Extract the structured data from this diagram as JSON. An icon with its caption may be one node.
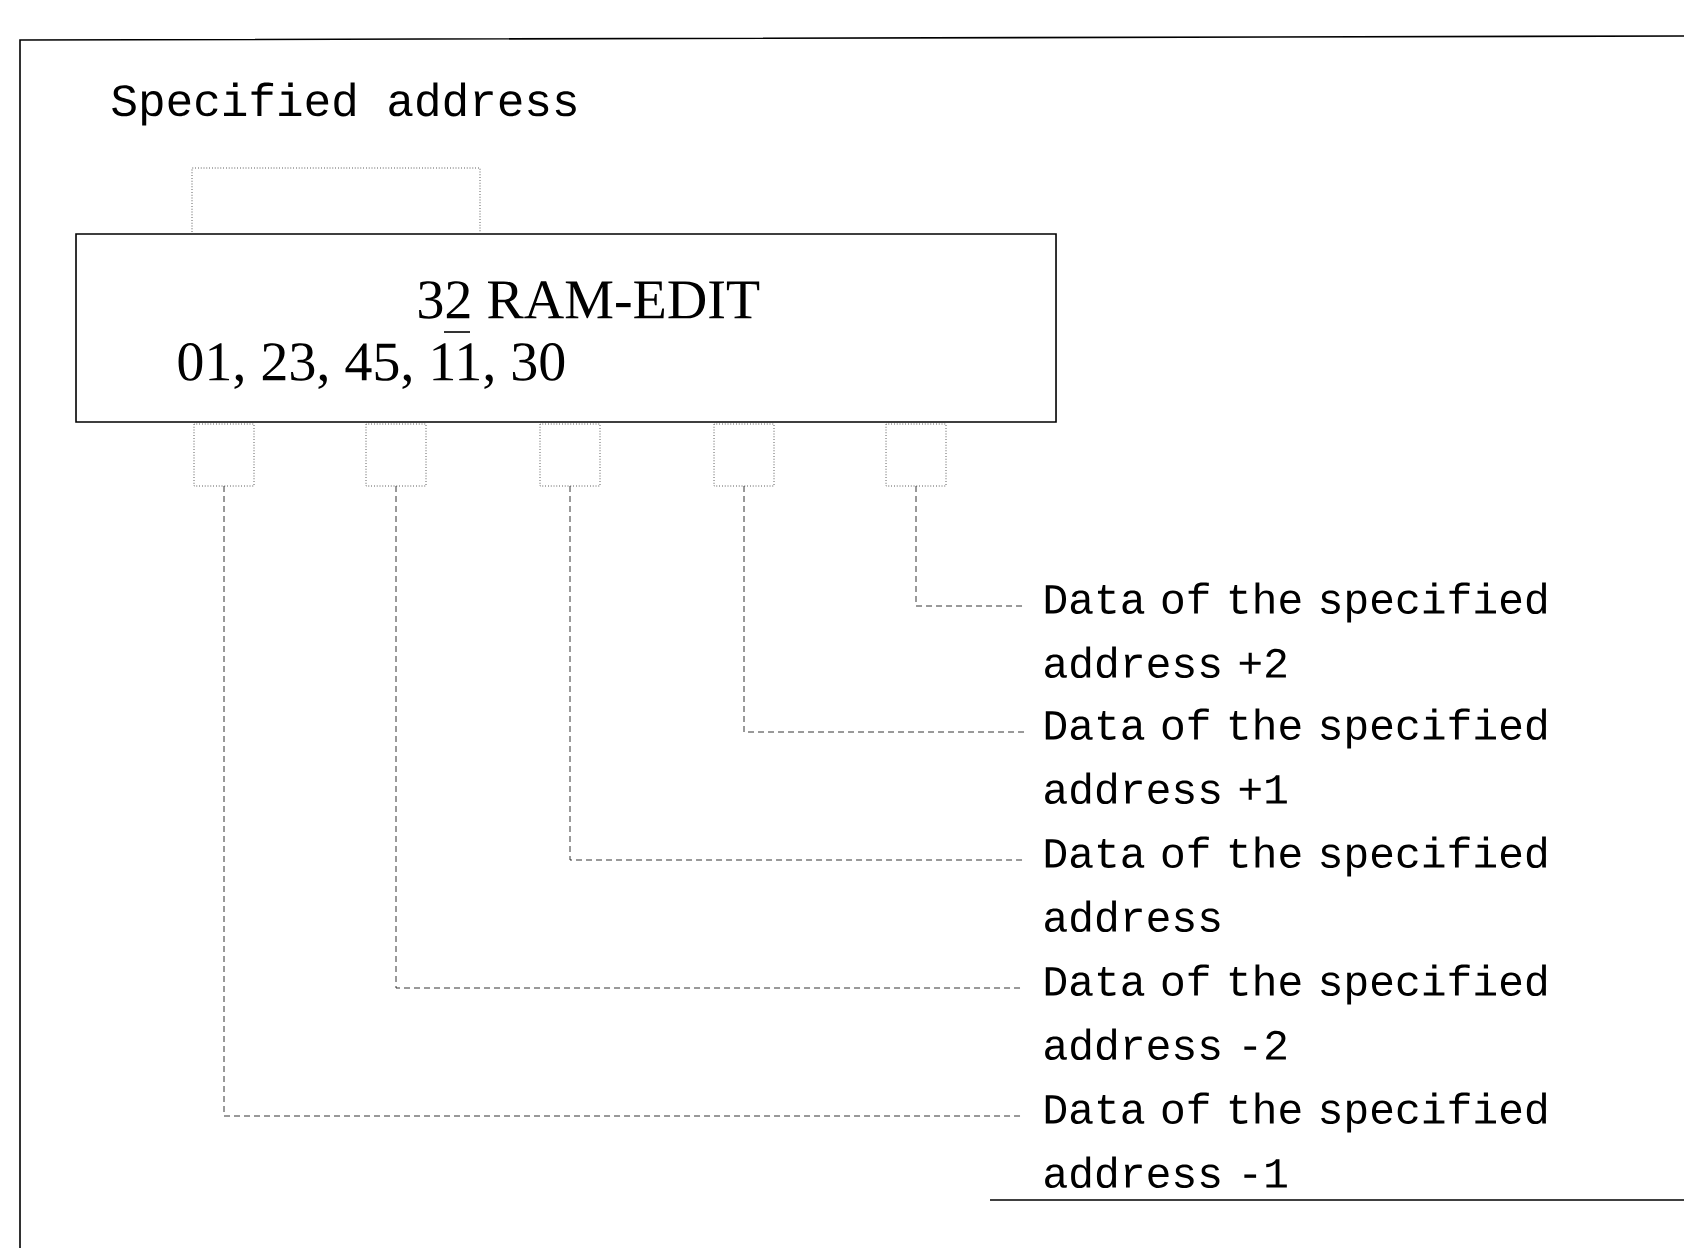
{
  "diagram": {
    "nodes": [
      {
        "text": [
          "32 RAM-EDIT",
          "01, 23, 45, 11, 30"
        ]
      },
      {
        "text": [],
        "shape": "box"
      },
      {
        "text": [],
        "shape": "box"
      },
      {
        "text": [],
        "shape": "box"
      },
      {
        "text": [],
        "shape": "box"
      },
      {
        "text": [],
        "shape": "box"
      },
      {
        "text": [
          "Data of the specified address +2"
        ]
      },
      {
        "text": [
          "Data of the specified address +1"
        ]
      },
      {
        "text": [
          "Data of the specified address"
        ]
      },
      {
        "text": [
          "Data of the specified address -2"
        ]
      },
      {
        "text": [
          "Data of the specified address -1"
        ]
      }
    ],
    "edges": [
      {
        "from": 5,
        "to": 6,
        "arrow": "none"
      },
      {
        "from": 4,
        "to": 7,
        "arrow": "none"
      },
      {
        "from": 3,
        "to": 8,
        "arrow": "none"
      },
      {
        "from": 2,
        "to": 9,
        "arrow": "none"
      },
      {
        "from": 1,
        "to": 10,
        "arrow": "none"
      }
    ],
    "labels": [
      "Specified address"
    ]
  }
}
